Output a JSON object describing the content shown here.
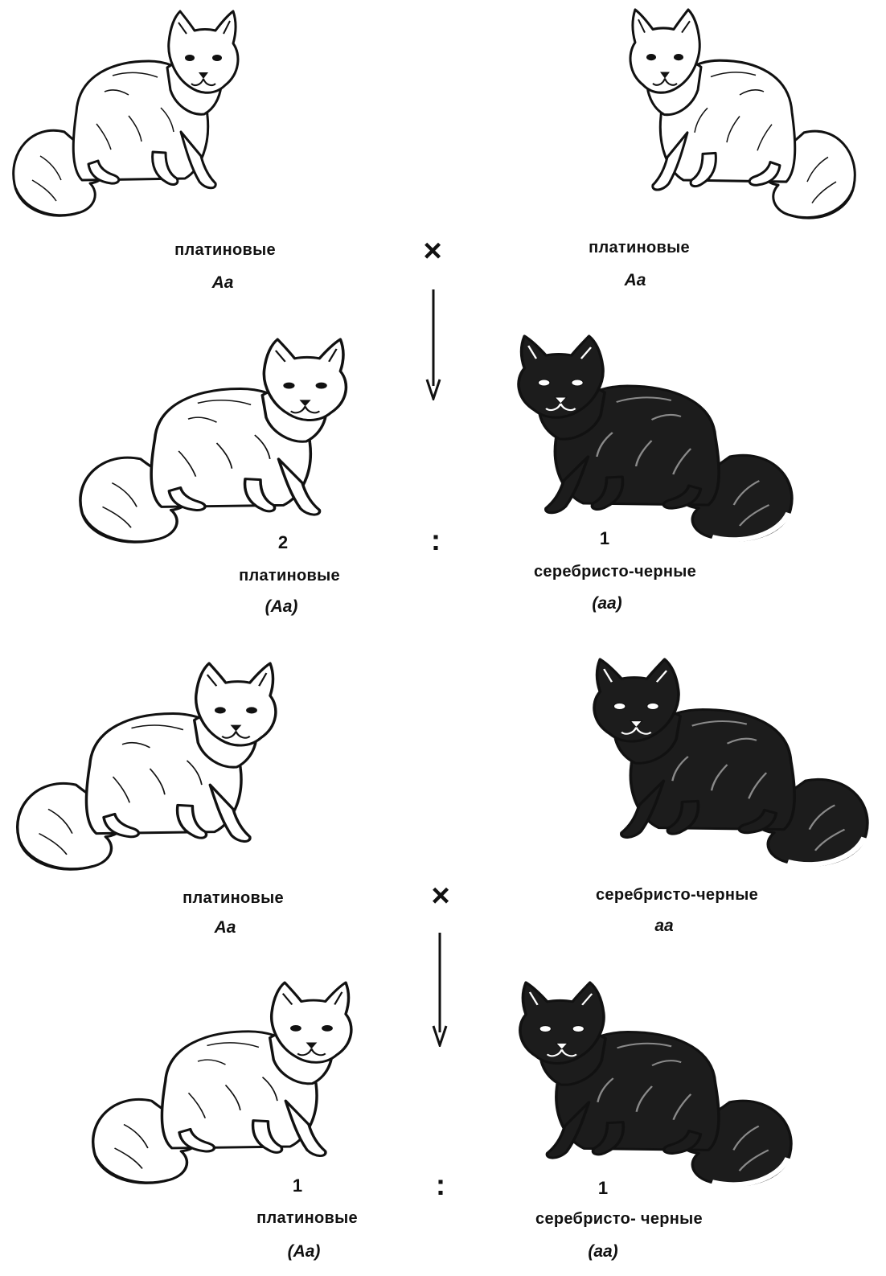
{
  "colors": {
    "ink": "#111111",
    "fur_light": "#ffffff",
    "fur_dark": "#1c1c1c"
  },
  "cross1": {
    "parent_left": {
      "phenotype": "платиновые",
      "genotype": "Aa"
    },
    "cross_symbol": "×",
    "parent_right": {
      "phenotype": "платиновые",
      "genotype": "Aa"
    },
    "offspring_left": {
      "ratio": "2",
      "phenotype": "платиновые",
      "genotype": "(Aa)"
    },
    "ratio_separator": ":",
    "offspring_right": {
      "ratio": "1",
      "phenotype": "серебристо-черные",
      "genotype": "(aa)"
    }
  },
  "cross2": {
    "parent_left": {
      "phenotype": "платиновые",
      "genotype": "Aa"
    },
    "cross_symbol": "×",
    "parent_right": {
      "phenotype": "серебристо-черные",
      "genotype": "aa"
    },
    "offspring_left": {
      "ratio": "1",
      "phenotype": "платиновые",
      "genotype": "(Aa)"
    },
    "ratio_separator": ":",
    "offspring_right": {
      "ratio": "1",
      "phenotype": "серебристо- черные",
      "genotype": "(aa)"
    }
  }
}
